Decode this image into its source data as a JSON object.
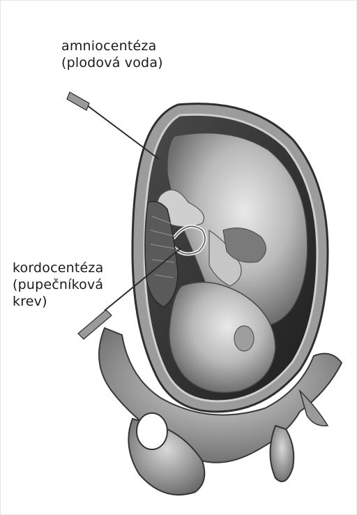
{
  "labels": {
    "amniocentesis": {
      "line1": "amniocentéza",
      "line2": "(plodová voda)"
    },
    "cordocentesis": {
      "line1": "kordocentéza",
      "line2": "(pupečníková",
      "line3": "krev)"
    }
  },
  "colors": {
    "background": "#ffffff",
    "ink": "#1a1a1a",
    "tissue_dark": "#3a3a3a",
    "tissue_light": "#bdbdbd"
  }
}
